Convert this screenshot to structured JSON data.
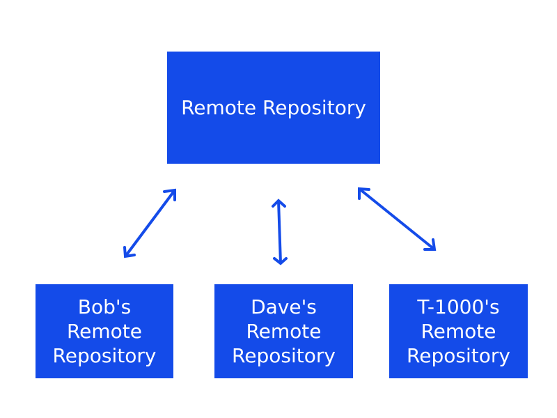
{
  "colors": {
    "node_fill": "#144be9",
    "node_text": "#ffffff",
    "arrow": "#144be9",
    "background": "#ffffff"
  },
  "nodes": {
    "main": {
      "label": "Remote Repository"
    },
    "bob": {
      "label": "Bob's\nRemote\nRepository"
    },
    "dave": {
      "label": "Dave's\nRemote\nRepository"
    },
    "t1000": {
      "label": "T-1000's\nRemote\nRepository"
    }
  },
  "edges": [
    {
      "from": "main",
      "to": "bob",
      "direction": "both"
    },
    {
      "from": "main",
      "to": "dave",
      "direction": "both"
    },
    {
      "from": "main",
      "to": "t1000",
      "direction": "both"
    }
  ]
}
